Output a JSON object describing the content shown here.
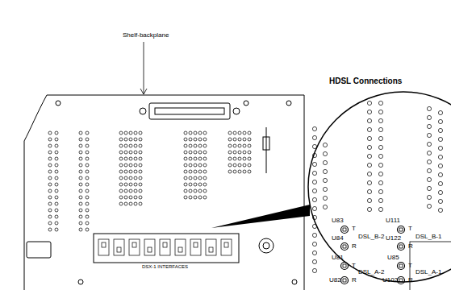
{
  "diagram": {
    "labels": [
      "Shelf-backplane",
      "HDSL Connections",
      "U83",
      "T",
      "U84",
      "DSL_B-2",
      "R",
      "U81",
      "T",
      "DSL_A-2",
      "U82",
      "R",
      "U111",
      "T",
      "U122",
      "DSL_B-1",
      "R",
      "U85",
      "T",
      "DSL_A-1",
      "U102",
      "R",
      "DSX-1 INTERFACES"
    ]
  }
}
